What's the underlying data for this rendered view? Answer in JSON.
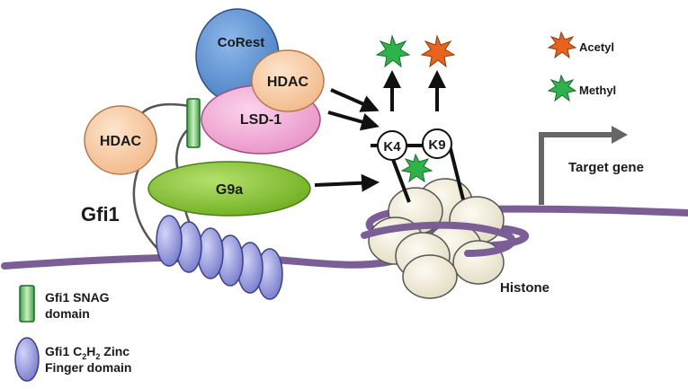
{
  "proteins": {
    "corest": "CoRest",
    "hdac_top": "HDAC",
    "lsd1": "LSD-1",
    "hdac_left": "HDAC",
    "g9a": "G9a"
  },
  "factor": "Gfi1",
  "histone": {
    "label": "Histone",
    "sites": [
      "K4",
      "K9"
    ]
  },
  "target_gene": "Target gene",
  "legend": {
    "marks": [
      {
        "label": "Acetyl",
        "color": "#e8641e"
      },
      {
        "label": "Methyl",
        "color": "#2eb34a"
      }
    ],
    "domains": {
      "snag": [
        "Gfi1 SNAG",
        "domain"
      ],
      "zinc_finger": {
        "line1_prefix": "Gfi1 C",
        "sub1": "2",
        "mid": "H",
        "sub2": "2",
        "line1_suffix": " Zinc",
        "line2": "Finger domain"
      }
    }
  },
  "colors": {
    "corest": "#5b8fd0",
    "hdac": "#f7c9a0",
    "lsd1": "#f2a7d3",
    "g9a": "#86c33a",
    "snag": "#3fae49",
    "zinc_finger": "#8e91d8",
    "dna": "#7b5e95",
    "histone": "#f3efe0"
  }
}
